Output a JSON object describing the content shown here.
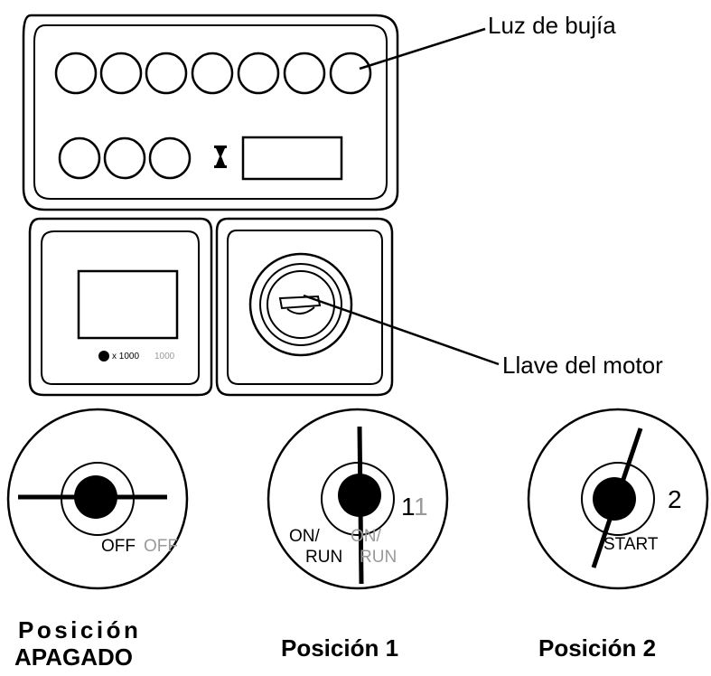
{
  "callouts": {
    "glow_plug_light": "Luz de bujía",
    "engine_key": "Llave del motor"
  },
  "hour_meter": {
    "unit": "x 1000",
    "unit_ghost": "1000"
  },
  "positions": [
    {
      "id": "off",
      "caption_line1": "Posición",
      "caption_line2": "APAGADO",
      "label": "OFF",
      "label_ghost": "OFF"
    },
    {
      "id": "run",
      "caption_line1": "Posición 1",
      "number": "1",
      "number_ghost": "1",
      "label_top": "ON/",
      "label_top_ghost": "ON/",
      "label_bottom": "RUN",
      "label_bottom_ghost": "RUN"
    },
    {
      "id": "start",
      "caption_line1": "Posición 2",
      "number": "2",
      "label": "START"
    }
  ],
  "colors": {
    "ink": "#000000",
    "ghost": "#9a9a9a"
  }
}
